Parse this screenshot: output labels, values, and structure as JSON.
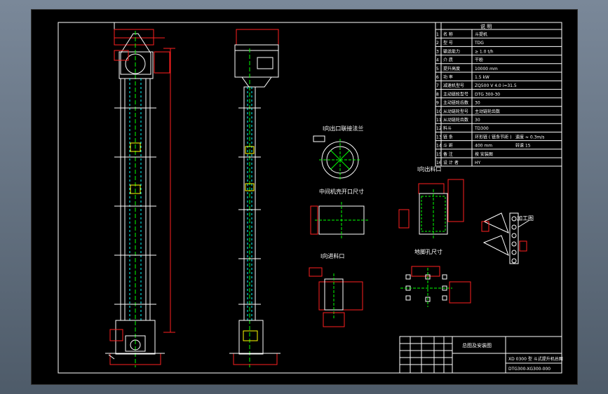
{
  "drawing": {
    "detail_labels": {
      "flange": "Ⅰ向出口联接法兰",
      "top_opening": "中间机壳开口尺寸",
      "outlet": "Ⅰ向出料口",
      "inlet": "Ⅰ向进料口",
      "foundation": "地脚孔尺寸",
      "bucket": "加工图"
    },
    "title_block": {
      "drawing_name": "XD 0300 型 斗式提升机总图",
      "drawing_number": "DTG300-XG300-000",
      "sheet_label": "总图及安装图"
    },
    "spec_table": {
      "header": "说      明",
      "rows": [
        {
          "key": "名  称",
          "value": "斗提机"
        },
        {
          "key": "型  号",
          "value": "TDG"
        },
        {
          "key": "输送能力",
          "value": "≥ 1.0 t/h"
        },
        {
          "key": "介  质",
          "value": "干粉"
        },
        {
          "key": "提升高度",
          "value": "10000 mm"
        },
        {
          "key": "功  率",
          "value": "1.5 kW"
        },
        {
          "key": "减速机型号",
          "value": "ZQ500 V 4.0 i=31.5"
        },
        {
          "key": "主动链轮型号",
          "value": "DTG 300-30"
        },
        {
          "key": "主动链轮齿数",
          "value": "30"
        },
        {
          "key": "从动链轮型号",
          "value": "主动链轮齿数"
        },
        {
          "key": "从动链轮齿数",
          "value": "30"
        },
        {
          "key": "料斗",
          "value": "TD300"
        },
        {
          "key": "链  条",
          "value": "环形链 ( 链条节距 )"
        },
        {
          "key": "斗  距",
          "value": "400 mm"
        },
        {
          "key": "备  注",
          "value": "按 安装图"
        },
        {
          "key": "设  计  者",
          "value": "HY"
        }
      ],
      "sub_values": [
        "速度 ≈ 0.3m/s",
        "转速  15"
      ]
    }
  }
}
